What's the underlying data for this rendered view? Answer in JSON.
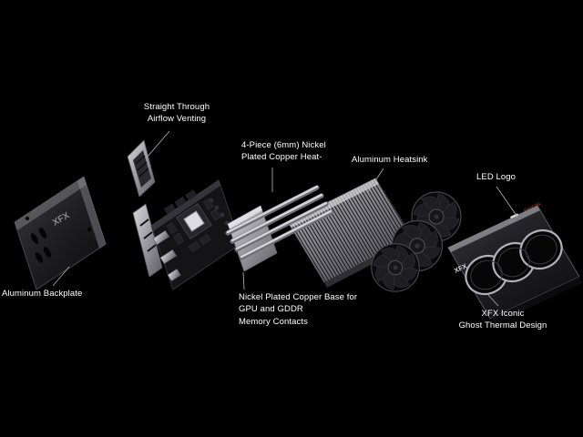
{
  "scene": {
    "background_color": "#000000",
    "label_text_color": "#ffffff",
    "leader_line_color": "#a9a9a9"
  },
  "labels": {
    "airflow_venting": "Straight Through\nAirflow Venting",
    "heat_pipes": "4-Piece (6mm) Nickel\nPlated Copper Heat-",
    "aluminum_heatsink": "Aluminum Heatsink",
    "led_logo": "LED Logo",
    "aluminum_backplate": "Aluminum Backplate",
    "copper_base": "Nickel Plated Copper Base for\nGPU and GDDR\nMemory Contacts",
    "ghost_thermal": "XFX Iconic\nGhost Thermal Design"
  },
  "branding": {
    "backplate_logo": "XFX",
    "shroud_logo": "XFX",
    "shroud_top_text": "RADEON"
  }
}
